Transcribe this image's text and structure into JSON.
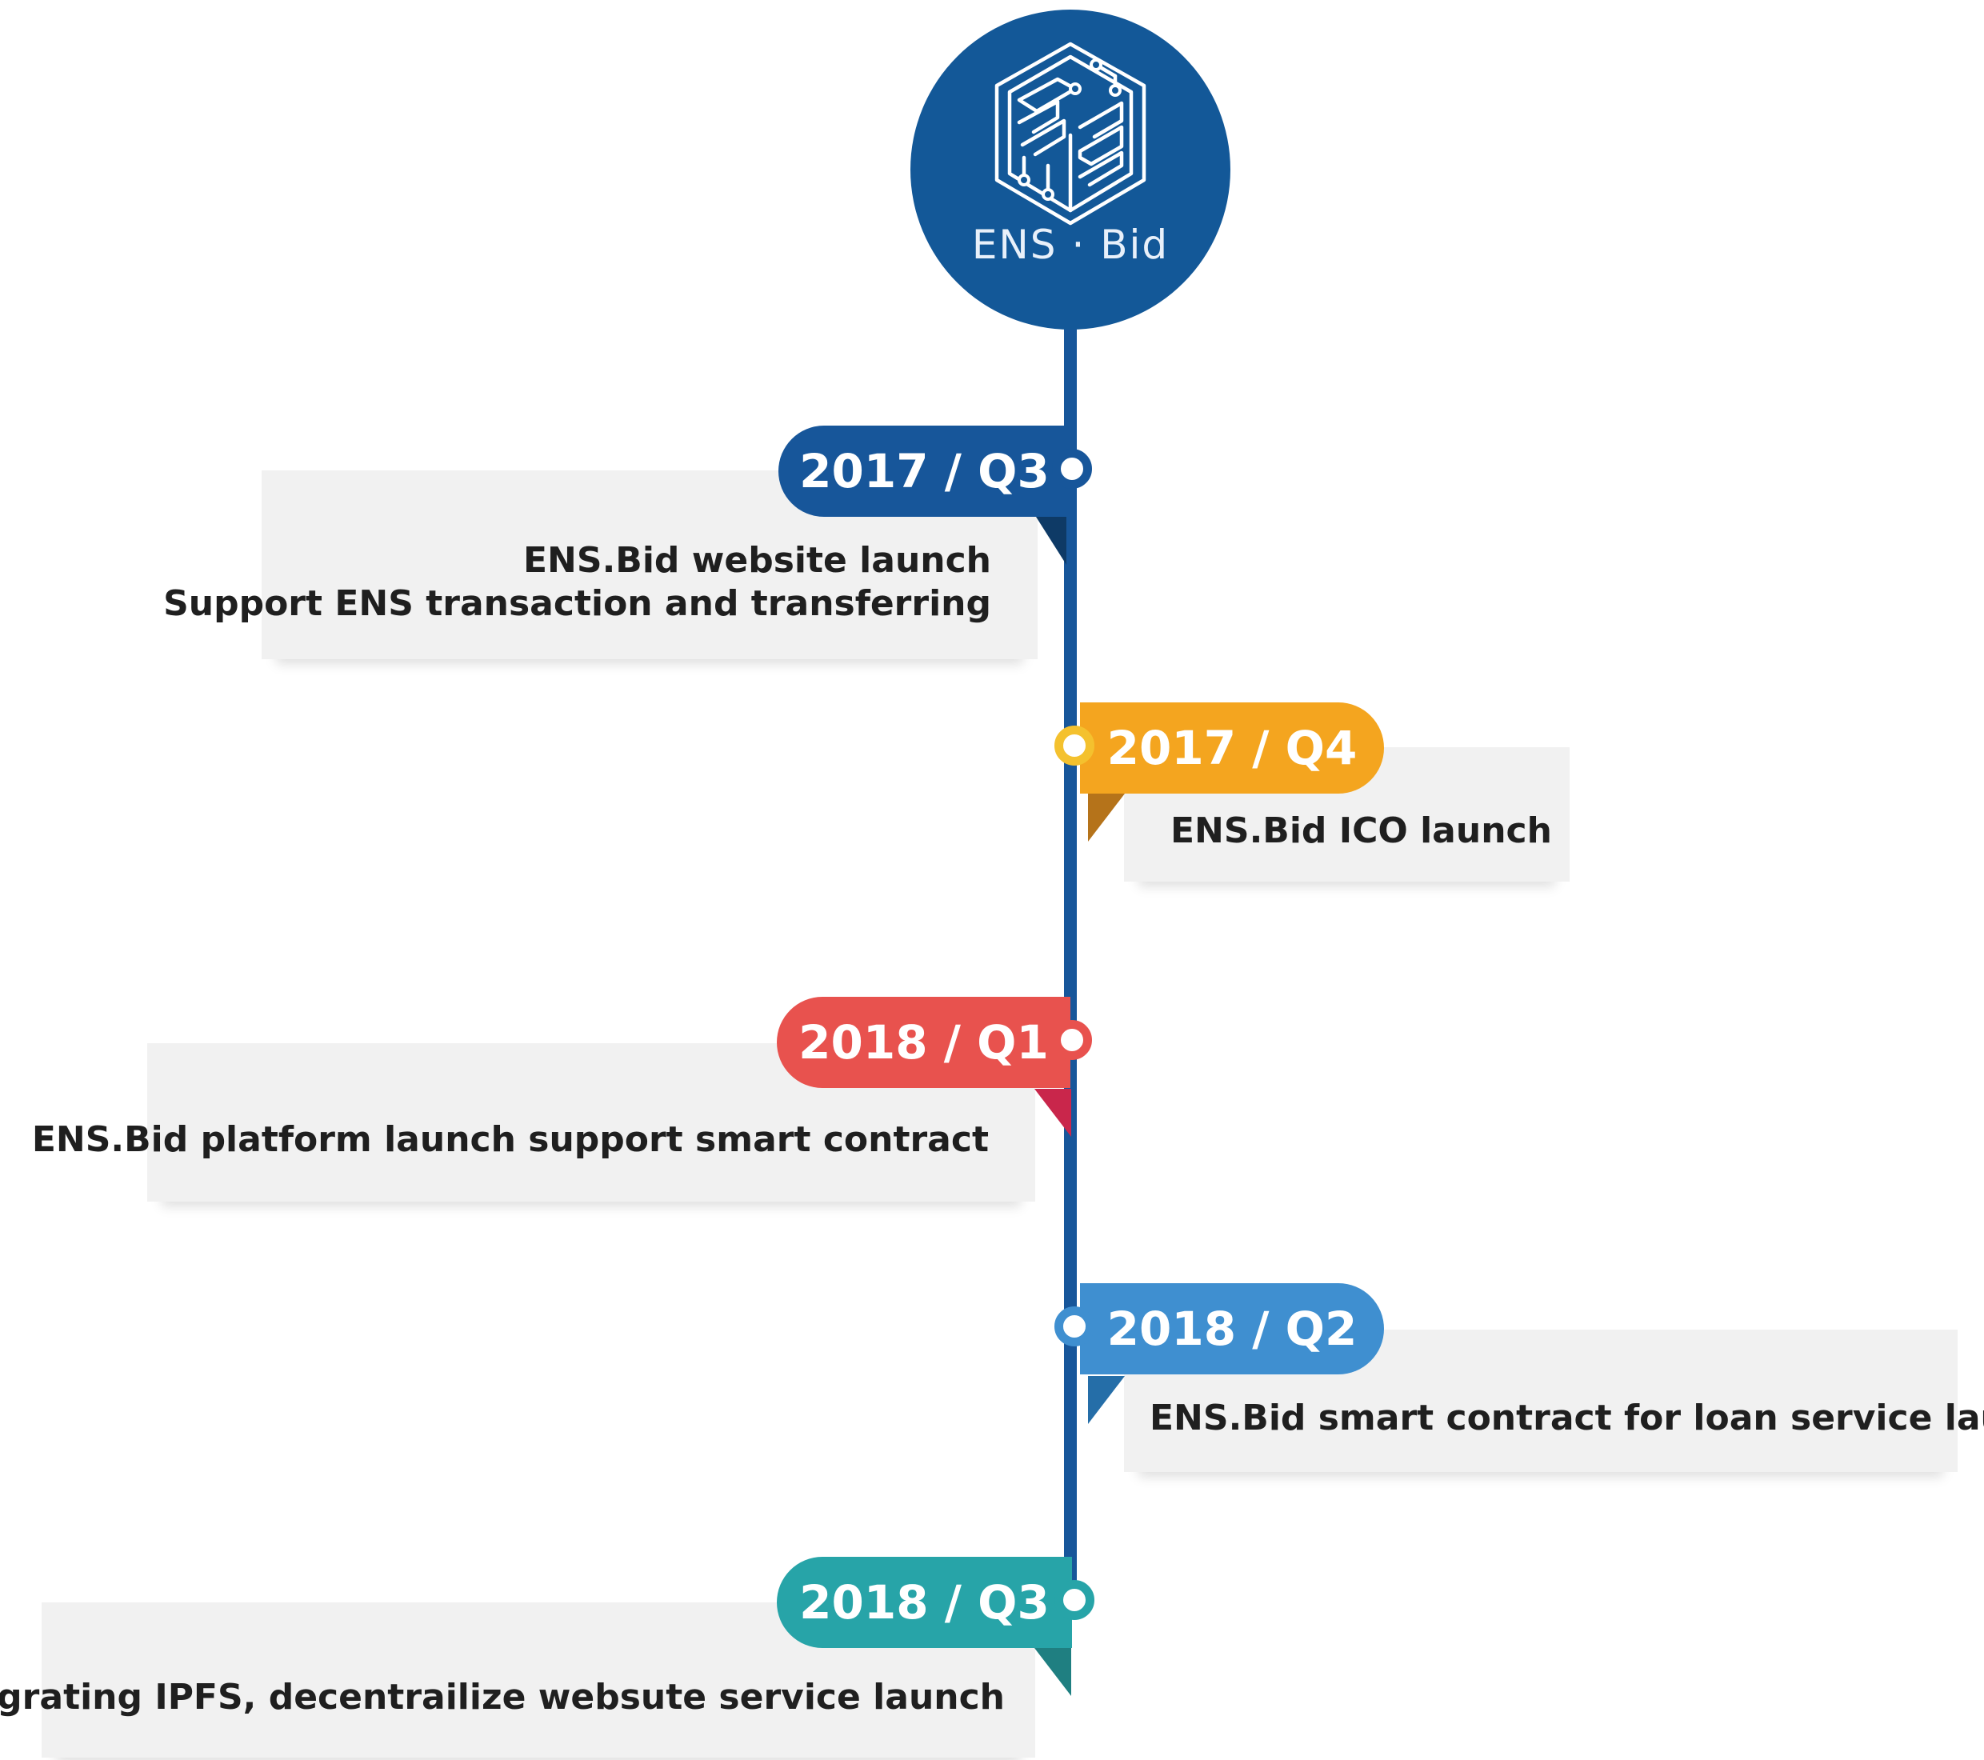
{
  "logo": {
    "text": "ENS · Bid",
    "background": "#135898"
  },
  "milestones": [
    {
      "period": "2017 / Q3",
      "color": "#17569a",
      "lines": [
        "ENS.Bid website launch",
        "Support ENS transaction and transferring"
      ]
    },
    {
      "period": "2017 / Q4",
      "color": "#f4a51f",
      "lines": [
        "ENS.Bid ICO launch"
      ]
    },
    {
      "period": "2018 / Q1",
      "color": "#e8524e",
      "lines": [
        "ENS.Bid platform launch support smart contract"
      ]
    },
    {
      "period": "2018 / Q2",
      "color": "#3f8fd0",
      "lines": [
        "ENS.Bid smart contract for loan service launch"
      ]
    },
    {
      "period": "2018 / Q3",
      "color": "#27a4a8",
      "lines": [
        "Intergrating IPFS, decentrailize websute service launch"
      ]
    }
  ]
}
